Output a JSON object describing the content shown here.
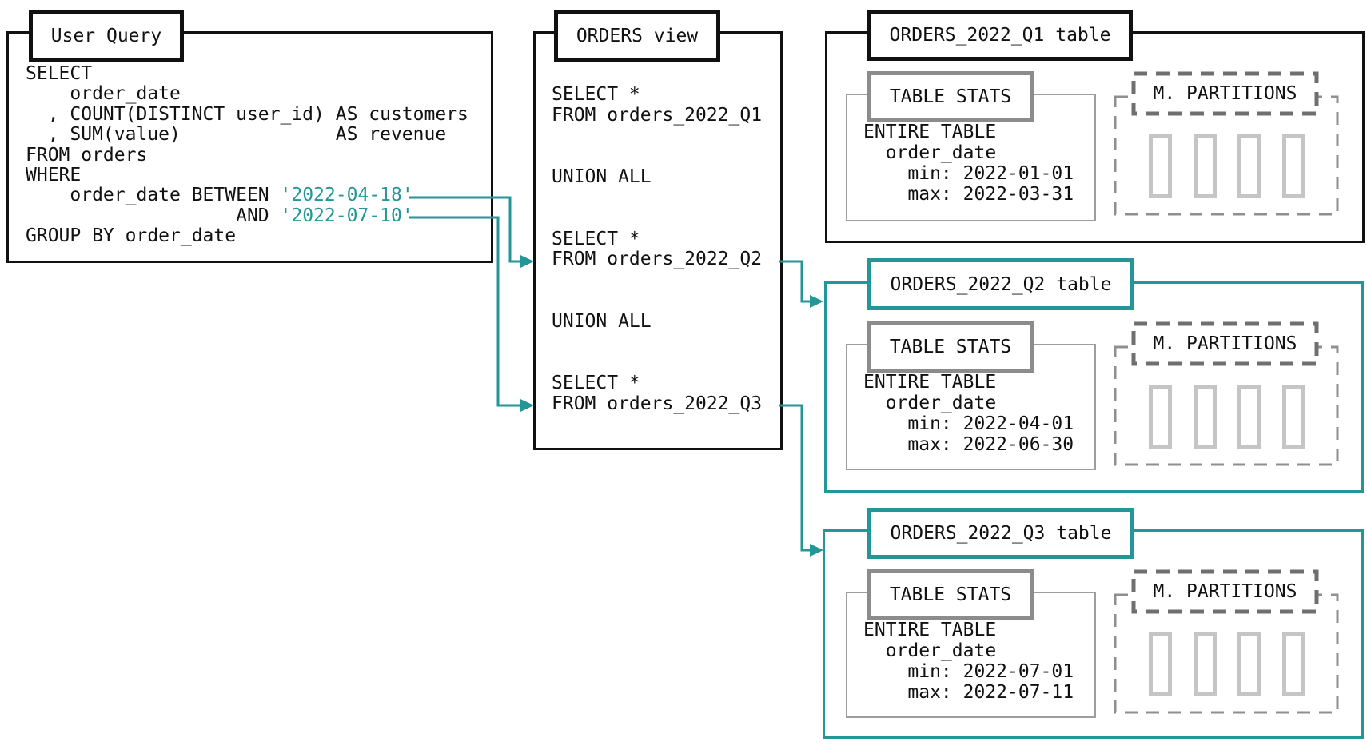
{
  "colors": {
    "teal": "#259697",
    "black": "#111111",
    "stats_title_gray": "#8c8c8c",
    "stats_box_gray": "#9e9e9e",
    "dashed_title_gray": "#6f6f6f",
    "dashed_box_gray": "#8f8f8f",
    "partition_gray": "#c5c5c5"
  },
  "user_query": {
    "title": "User Query",
    "code": {
      "l1": "SELECT",
      "l2": "    order_date",
      "l3": "  , COUNT(DISTINCT user_id) AS customers",
      "l4": "  , SUM(value)              AS revenue",
      "l5": "FROM orders",
      "l6": "WHERE",
      "l7_prefix": "    order_date BETWEEN ",
      "l7_date": "'2022-04-18'",
      "l8_prefix": "                   AND ",
      "l8_date": "'2022-07-10'",
      "l9": "GROUP BY order_date"
    }
  },
  "orders_view": {
    "title": "ORDERS view",
    "lines": [
      "SELECT *",
      "FROM orders_2022_Q1",
      "",
      "",
      "UNION ALL",
      "",
      "",
      "SELECT *",
      "FROM orders_2022_Q2",
      "",
      "",
      "UNION ALL",
      "",
      "",
      "SELECT *",
      "FROM orders_2022_Q3"
    ]
  },
  "tables": [
    {
      "title": "ORDERS_2022_Q1 table",
      "stats_title": "TABLE STATS",
      "partitions_title": "M. PARTITIONS",
      "stats_l1": "ENTIRE TABLE",
      "stats_l2": "  order_date",
      "stats_min": "    min: 2022-01-01",
      "stats_max": "    max: 2022-03-31"
    },
    {
      "title": "ORDERS_2022_Q2 table",
      "stats_title": "TABLE STATS",
      "partitions_title": "M. PARTITIONS",
      "stats_l1": "ENTIRE TABLE",
      "stats_l2": "  order_date",
      "stats_min": "    min: 2022-04-01",
      "stats_max": "    max: 2022-06-30"
    },
    {
      "title": "ORDERS_2022_Q3 table",
      "stats_title": "TABLE STATS",
      "partitions_title": "M. PARTITIONS",
      "stats_l1": "ENTIRE TABLE",
      "stats_l2": "  order_date",
      "stats_min": "    min: 2022-07-01",
      "stats_max": "    max: 2022-07-11"
    }
  ]
}
